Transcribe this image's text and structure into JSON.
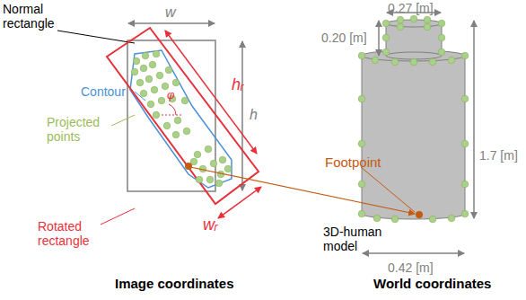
{
  "diagram": {
    "labels": [
      "Normal rectangle",
      "w",
      "hᵣ",
      "h",
      "φ",
      "Contour",
      "Projected points",
      "wᵣ",
      "Rotated rectangle",
      "Image coordinates",
      "0.27 [m]",
      "0.20 [m]",
      "1.7 [m]",
      "Footpoint",
      "3D-human model",
      "0.42 [m]",
      "World coordinates"
    ]
  }
}
